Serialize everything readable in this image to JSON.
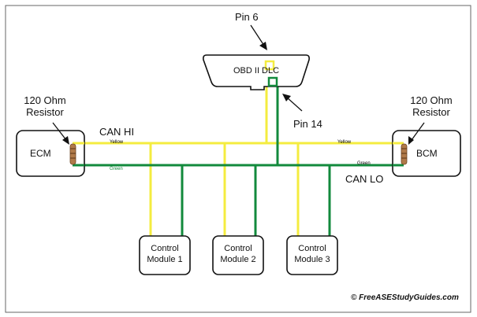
{
  "labels": {
    "pin6": "Pin 6",
    "pin14": "Pin 14",
    "dlc": "OBD II DLC",
    "ecm": "ECM",
    "bcm": "BCM",
    "can_hi": "CAN HI",
    "can_lo": "CAN LO",
    "resistor_left_line1": "120 Ohm",
    "resistor_left_line2": "Resistor",
    "resistor_right_line1": "120 Ohm",
    "resistor_right_line2": "Resistor",
    "wire_yellow_left": "Yellow",
    "wire_yellow_right": "Yellow",
    "wire_green_left": "Green",
    "wire_green_right": "Green",
    "credit": "© FreeASEStudyGuides.com"
  },
  "modules": [
    {
      "line1": "Control",
      "line2": "Module 1"
    },
    {
      "line1": "Control",
      "line2": "Module 2"
    },
    {
      "line1": "Control",
      "line2": "Module 3"
    }
  ],
  "colors": {
    "yellow_wire": "#f4ec3f",
    "green_wire": "#128a3c",
    "outline": "#111111",
    "resistor": "#b07a4a"
  }
}
